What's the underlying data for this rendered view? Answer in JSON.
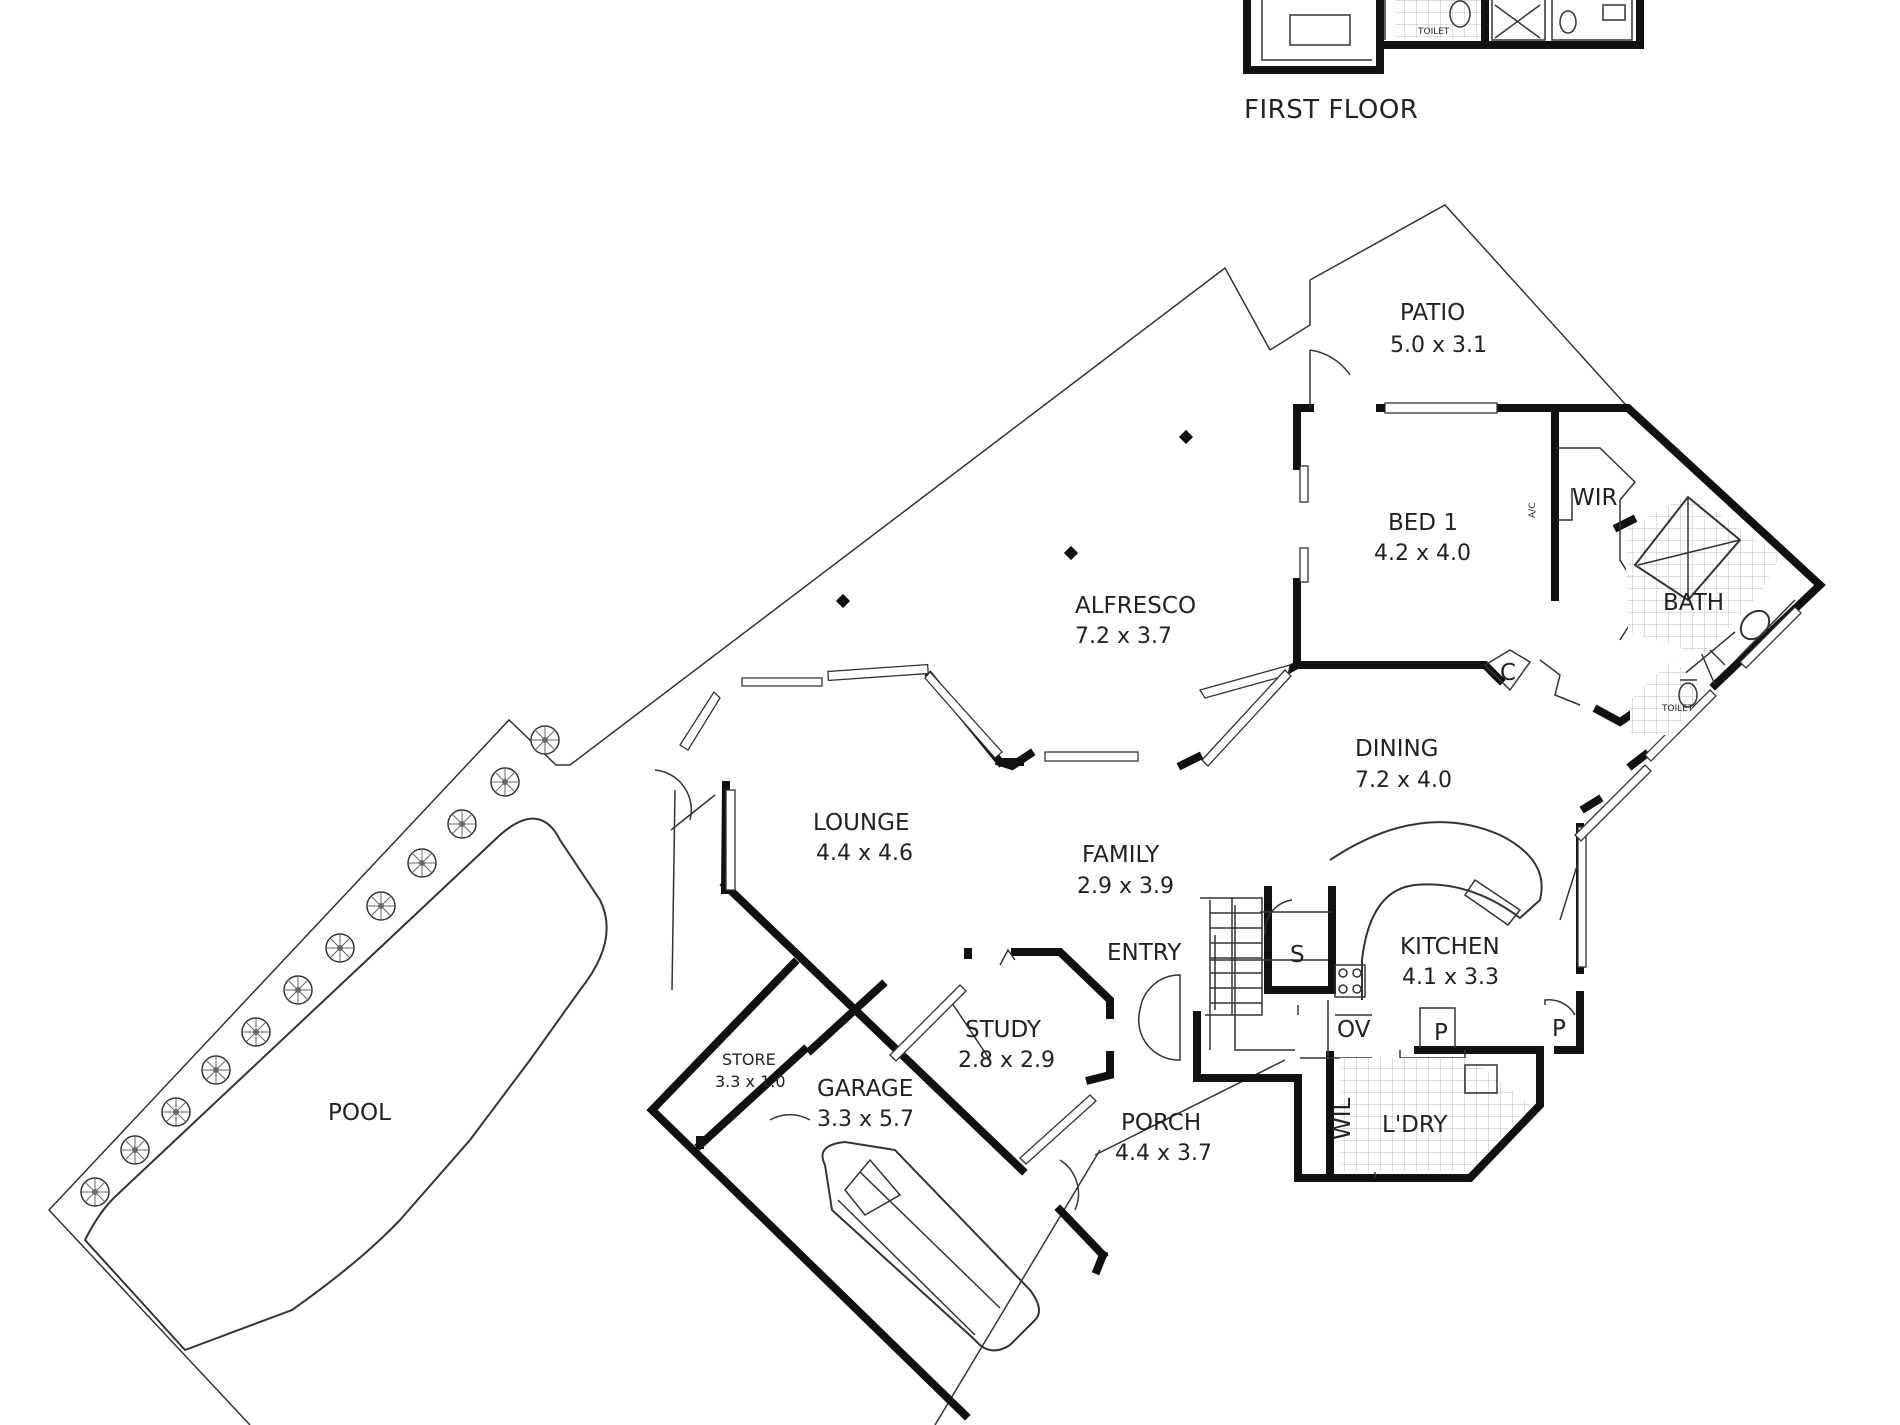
{
  "heading": "FIRST FLOOR",
  "rooms": {
    "patio": {
      "name": "PATIO",
      "dims": "5.0 x 3.1"
    },
    "bed1": {
      "name": "BED 1",
      "dims": "4.2 x 4.0"
    },
    "wir": {
      "name": "WIR"
    },
    "ac": {
      "name": "A/C"
    },
    "bath": {
      "name": "BATH"
    },
    "toilet": {
      "name": "TOILET"
    },
    "toilet_first": {
      "name": "TOILET"
    },
    "alfresco": {
      "name": "ALFRESCO",
      "dims": "7.2 x 3.7"
    },
    "cupboard": {
      "name": "C"
    },
    "dining": {
      "name": "DINING",
      "dims": "7.2 x 4.0"
    },
    "lounge": {
      "name": "LOUNGE",
      "dims": "4.4 x 4.6"
    },
    "family": {
      "name": "FAMILY",
      "dims": "2.9 x 3.9"
    },
    "kitchen": {
      "name": "KITCHEN",
      "dims": "4.1 x 3.3"
    },
    "entry": {
      "name": "ENTRY"
    },
    "study": {
      "name": "STUDY",
      "dims": "2.8 x 2.9"
    },
    "store": {
      "name": "STORE",
      "dims": "3.3 x 1.0"
    },
    "garage": {
      "name": "GARAGE",
      "dims": "3.3 x 5.7"
    },
    "porch": {
      "name": "PORCH",
      "dims": "4.4 x 3.7"
    },
    "pool": {
      "name": "POOL"
    },
    "laundry": {
      "name": "L'DRY"
    },
    "wil": {
      "name": "WIL"
    },
    "storage": {
      "name": "S"
    },
    "oven": {
      "name": "OV"
    },
    "pantry": {
      "name": "P"
    }
  }
}
